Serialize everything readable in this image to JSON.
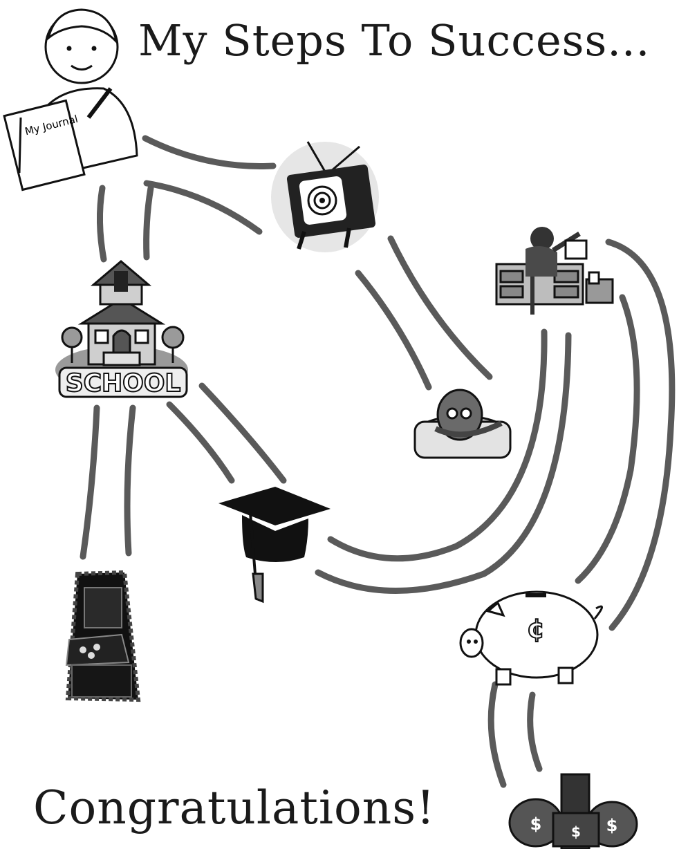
{
  "title": "My Steps To Success...",
  "journal_label": "My Journal",
  "school_label": "SCHOOL",
  "footer": "Congratulations!",
  "icons": {
    "student": "boy-writing-journal-icon",
    "tv": "television-icon",
    "office": "office-desk-worker-icon",
    "school": "schoolhouse-icon",
    "couch": "couch-potato-icon",
    "graduation": "graduation-cap-icon",
    "arcade": "arcade-machine-icon",
    "piggy": "piggy-bank-icon",
    "money": "money-bags-icon"
  },
  "colors": {
    "ink": "#111111",
    "path": "#5a5a5a",
    "paper": "#ffffff"
  }
}
